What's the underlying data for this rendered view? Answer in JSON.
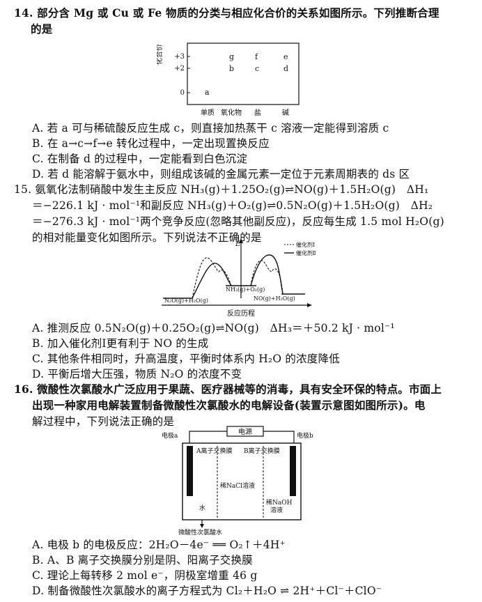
{
  "q14": {
    "stem_l1": "14. 部分含 Mg 或 Cu 或 Fe 物质的分类与相应化合价的关系如图所示。下列推断合理",
    "stem_l2": "的是",
    "fig": {
      "ylabel": "化合价",
      "yticks": [
        "+3",
        "+2",
        "0"
      ],
      "xlabels": [
        "单质",
        "氧化物",
        "盐",
        "碱"
      ],
      "points": [
        "a",
        "g",
        "b",
        "f",
        "c",
        "e",
        "d"
      ]
    },
    "opts": [
      "A. 若 a 可与稀硫酸反应生成 c，则直接加热蒸干 c 溶液一定能得到溶质 c",
      "B. 在 a→c→f→e 转化过程中，一定出现置换反应",
      "C. 在制备 d 的过程中，一定能看到白色沉淀",
      "D. 若 d 能溶解于氨水中，则组成该碱的金属元素一定位于元素周期表的 ds 区"
    ]
  },
  "q15": {
    "stem_l1": "15. 氨氧化法制硝酸中发生主反应 NH₃(g)＋1.25O₂(g)⇌NO(g)＋1.5H₂O(g)　ΔH₁",
    "stem_l2": "＝−226.1 kJ · mol⁻¹和副反应 NH₃(g)＋O₂(g)⇌0.5N₂O(g)＋1.5H₂O(g)　ΔH₂",
    "stem_l3": "＝−276.3 kJ · mol⁻¹两个竞争反应(忽略其他副反应)，反应每生成 1.5 mol H₂O(g)",
    "stem_l4": "的相对能量变化如图所示。下列说法不正确的是",
    "fig": {
      "ylabel": "E",
      "xlabel": "反应历程",
      "legend": [
        "催化剂Ⅰ",
        "催化剂Ⅱ"
      ],
      "left_state": "N₂O(g)+H₂O(g)",
      "mid_state": "NH₃(g)+O₂(g)",
      "right_state": "NO(g)+H₂O(g)"
    },
    "opts": [
      "A. 推测反应 0.5N₂O(g)＋0.25O₂(g)⇌NO(g)　ΔH₃＝＋50.2 kJ · mol⁻¹",
      "B. 加入催化剂Ⅰ更有利于 NO 的生成",
      "C. 其他条件相同时，升高温度，平衡时体系内 H₂O 的浓度降低",
      "D. 平衡后增大压强，物质 N₂O 的浓度不变"
    ]
  },
  "q16": {
    "stem_l1": "16. 微酸性次氯酸水广泛应用于果蔬、医疗器械等的消毒，具有安全环保的特点。市面上",
    "stem_l2": "出现一种家用电解装置制备微酸性次氯酸水的电解设备(装置示意图如图所示)。电",
    "stem_l3": "解过程中，下列说法正确的是",
    "fig": {
      "power": "电源",
      "electrode_a": "电极a",
      "electrode_b": "电极b",
      "membrane_a": "A离子交换膜",
      "membrane_b": "B离子交换膜",
      "left_liquid": "水",
      "middle_liquid": "稀NaCl溶液",
      "right_liquid_l1": "稀NaOH",
      "right_liquid_l2": "溶液",
      "product": "微酸性次氯酸水"
    },
    "opts": [
      "A. 电极 b 的电极反应：2H₂O－4e⁻ ══ O₂↑＋4H⁺",
      "B. A、B 离子交换膜分别是阴、阳离子交换膜",
      "C. 理论上每转移 2 mol e⁻，阴极室增重 46 g",
      "D. 制备微酸性次氯酸水的离子方程式为 Cl₂＋H₂O ⇌ 2H⁺＋Cl⁻＋ClO⁻"
    ]
  }
}
